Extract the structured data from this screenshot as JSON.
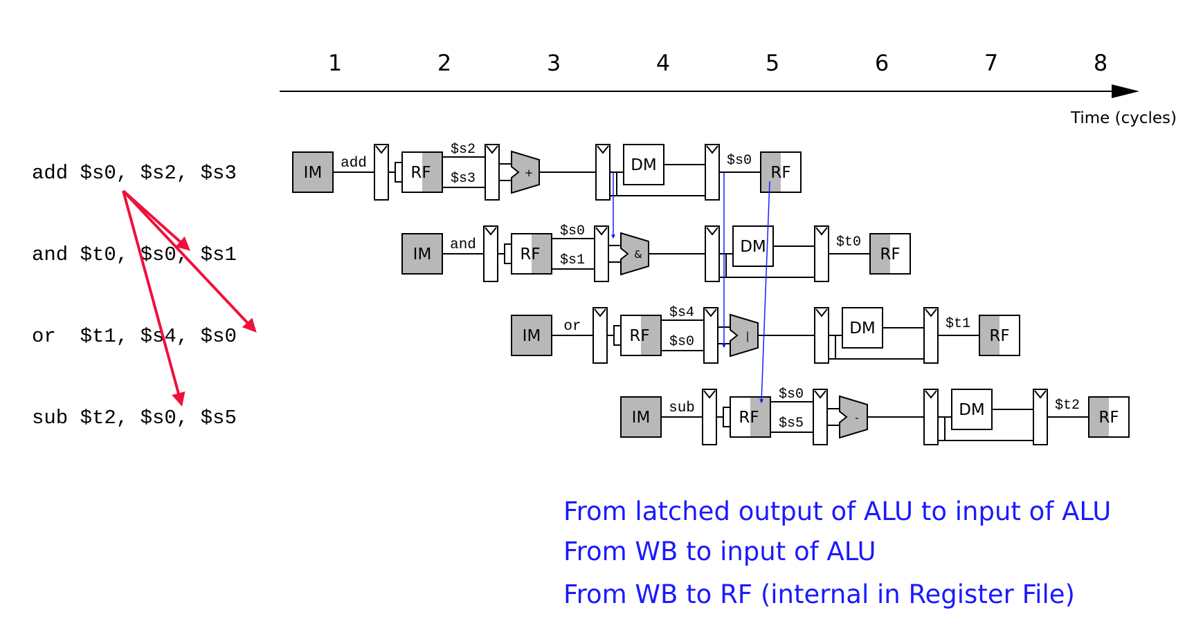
{
  "timeline": {
    "cycles": [
      "1",
      "2",
      "3",
      "4",
      "5",
      "6",
      "7",
      "8"
    ],
    "axis_label": "Time (cycles)"
  },
  "instructions": [
    {
      "text": "add $s0, $s2, $s3",
      "op_label": "add",
      "rf_top": "$s2",
      "rf_bottom": "$s3",
      "alu_symbol": "+",
      "wb_reg": "$s0"
    },
    {
      "text": "and $t0, $s0, $s1",
      "op_label": "and",
      "rf_top": "$s0",
      "rf_bottom": "$s1",
      "alu_symbol": "&",
      "wb_reg": "$t0"
    },
    {
      "text": "or  $t1, $s4, $s0",
      "op_label": "or",
      "rf_top": "$s4",
      "rf_bottom": "$s0",
      "alu_symbol": "|",
      "wb_reg": "$t1"
    },
    {
      "text": "sub $t2, $s0, $s5",
      "op_label": "sub",
      "rf_top": "$s0",
      "rf_bottom": "$s5",
      "alu_symbol": "-",
      "wb_reg": "$t2"
    }
  ],
  "stage_labels": {
    "imem": "IM",
    "regfile": "RF",
    "dmem": "DM"
  },
  "notes": [
    "From latched output of ALU to input of ALU",
    "From WB to input of ALU",
    "From WB to RF (internal in Register File)"
  ],
  "colors": {
    "dependency_arrow": "#f0103c",
    "forward_arrow": "#1a1aff",
    "note_text": "#1a1aff",
    "stage_fill": "#b8b8b8"
  }
}
